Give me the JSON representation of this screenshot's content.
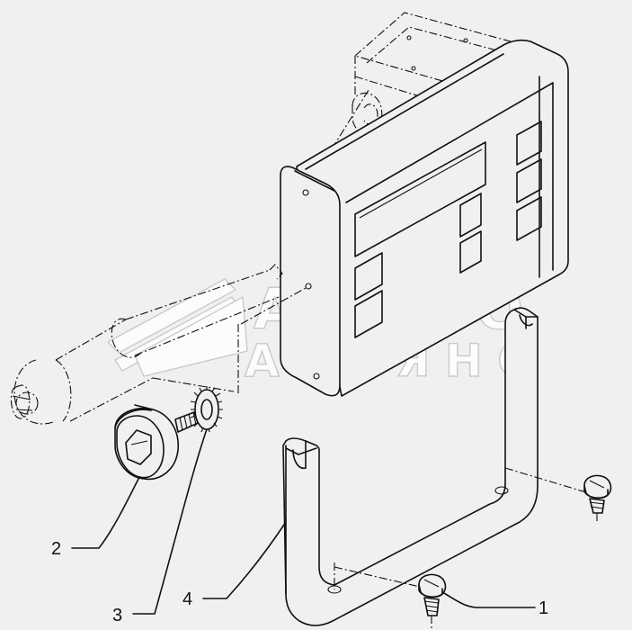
{
  "watermark": {
    "line1": "АВТО",
    "line2": "АЛЬЯНС"
  },
  "callouts": [
    {
      "id": "1",
      "label": "1"
    },
    {
      "id": "2",
      "label": "2"
    },
    {
      "id": "3",
      "label": "3"
    },
    {
      "id": "4",
      "label": "4"
    }
  ]
}
